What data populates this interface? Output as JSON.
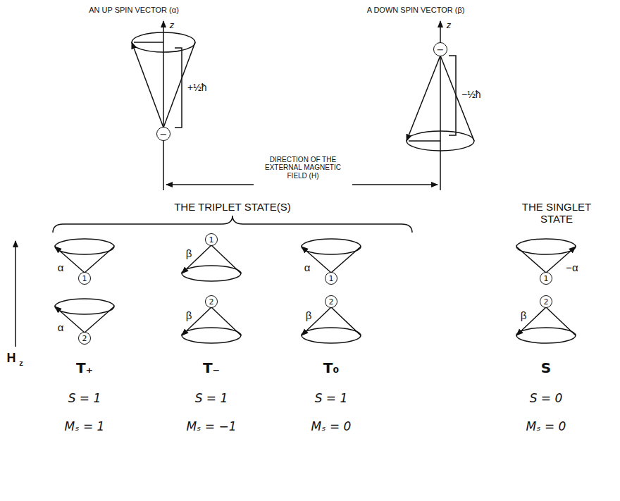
{
  "diagram": {
    "nodes": [
      {
        "text": [
          "−"
        ]
      },
      {
        "text": [
          "−"
        ]
      },
      {
        "text": [
          "1"
        ]
      },
      {
        "text": [
          "1"
        ]
      },
      {
        "text": [
          "1"
        ]
      },
      {
        "text": [
          "1"
        ]
      },
      {
        "text": [
          "2"
        ]
      },
      {
        "text": [
          "2"
        ]
      },
      {
        "text": [
          "2"
        ]
      },
      {
        "text": [
          "2"
        ]
      }
    ],
    "labels": [
      "AN UP SPIN VECTOR (α)",
      "A DOWN SPIN VECTOR (β)",
      "z",
      "+½ħ",
      "z",
      "−½ħ",
      "DIRECTION OF THE EXTERNAL MAGNETIC FIELD (H)",
      "THE TRIPLET STATE(S)",
      "THE SINGLET STATE",
      "α",
      "α",
      "β",
      "β",
      "α",
      "β",
      "−α",
      "β",
      "H",
      "z",
      "T₊",
      "T₋",
      "T₀",
      "S",
      "S = 1",
      "S = 1",
      "S = 1",
      "S = 0",
      "Mₛ = 1",
      "Mₛ = −1",
      "Mₛ = 0",
      "Mₛ = 0"
    ]
  }
}
